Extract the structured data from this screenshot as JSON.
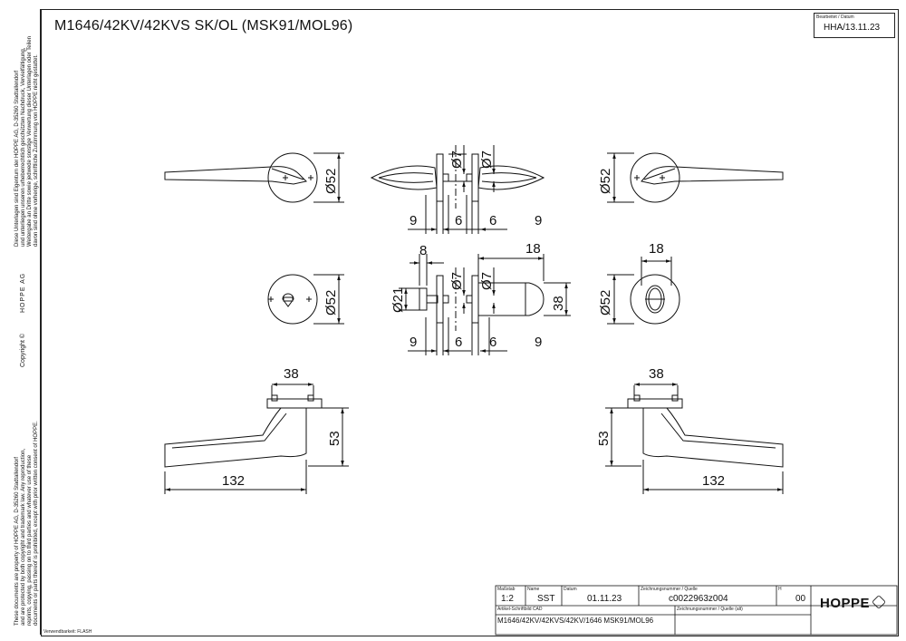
{
  "title": "M1646/42KV/42KVS SK/OL (MSK91/MOL96)",
  "header_box": {
    "label": "Bearbeitet / Datum",
    "value": "HHA/13.11.23"
  },
  "side_text": {
    "top_de": [
      "Diese Unterlagen sind Eigentum der HOPPE AG, D-35260 Stadtallendorf",
      "und unterliegen unseren urheberrechtlich geschützten Nachdruck, Vervielfältigung,",
      "Weitergabe an Dritte sowie jedwede sonstige Verwertung dieser Unterlagen oder Teilen",
      "davon sind ohne vorherige, schriftliche Zustimmung von HOPPE nicht gestattet."
    ],
    "company": "HOPPE AG",
    "copyright": "Copyright ©",
    "bottom_en": [
      "These documents are property of HOPPE AG, D-35260 Stadtallendorf",
      "and are protected by both copyright and trademark law. Any reproduction,",
      "reprints, copying, passing on to third parties and whatever use of these",
      "documents or parts thereof is prohibited, except with prior written consent of HOPPE."
    ]
  },
  "dimensions": {
    "rose_diameter": "Ø52",
    "spindle": "Ø7",
    "rosette_thickness": "9",
    "gap": "6",
    "knob_width": "8",
    "knob_diameter": "Ø21",
    "turn_width": "18",
    "turn_height": "38",
    "lever_length": "132",
    "lever_height": "53",
    "screw_spacing": "38"
  },
  "title_block": {
    "col_labels": [
      "Maßstab",
      "Name",
      "Datum",
      "Zeichnungsnummer / Quelle",
      "H"
    ],
    "col_values": [
      "1:2",
      "SST",
      "01.11.23",
      "c0022963z004",
      "00"
    ],
    "article_label": "Artikel-Schriftbild CAD",
    "article_value": "M1646/42KV/42KVS/42KV/1646 MSK91/MOL96",
    "drawing_label": "Zeichnungsnummer / Quelle (alt)",
    "brand": "HOPPE"
  },
  "footer_note": "Verwendbarkeit: FLASH"
}
